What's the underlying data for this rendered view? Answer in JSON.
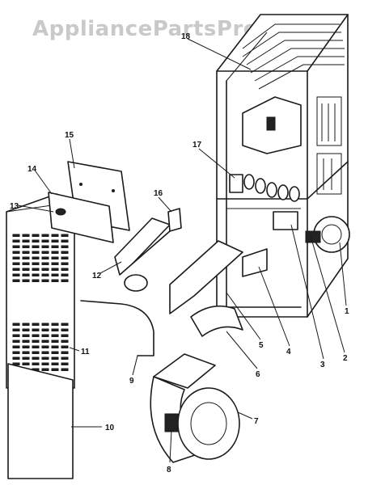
{
  "watermark": "AppliancePartsPros.com",
  "callouts": [
    "18",
    "17",
    "16",
    "15",
    "14",
    "13",
    "12",
    "11",
    "10",
    "9",
    "8",
    "7",
    "6",
    "5",
    "4",
    "3",
    "2",
    "1"
  ]
}
